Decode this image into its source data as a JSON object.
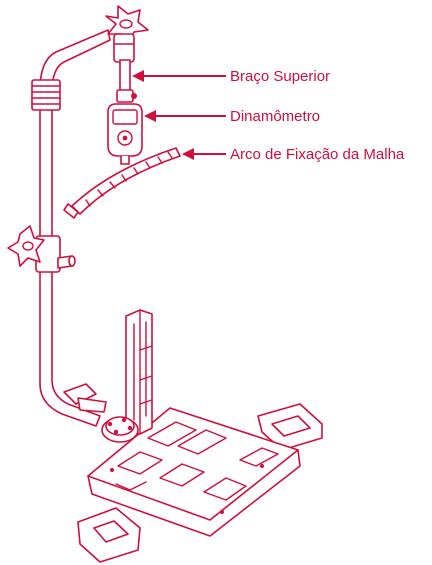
{
  "colors": {
    "accent": "#d10f3d",
    "background": "#ffffff"
  },
  "labels": {
    "upper_arm": "Braço Superior",
    "dynamometer": "Dinamômetro",
    "mesh_arc": "Arco de Fixação da Malha"
  }
}
